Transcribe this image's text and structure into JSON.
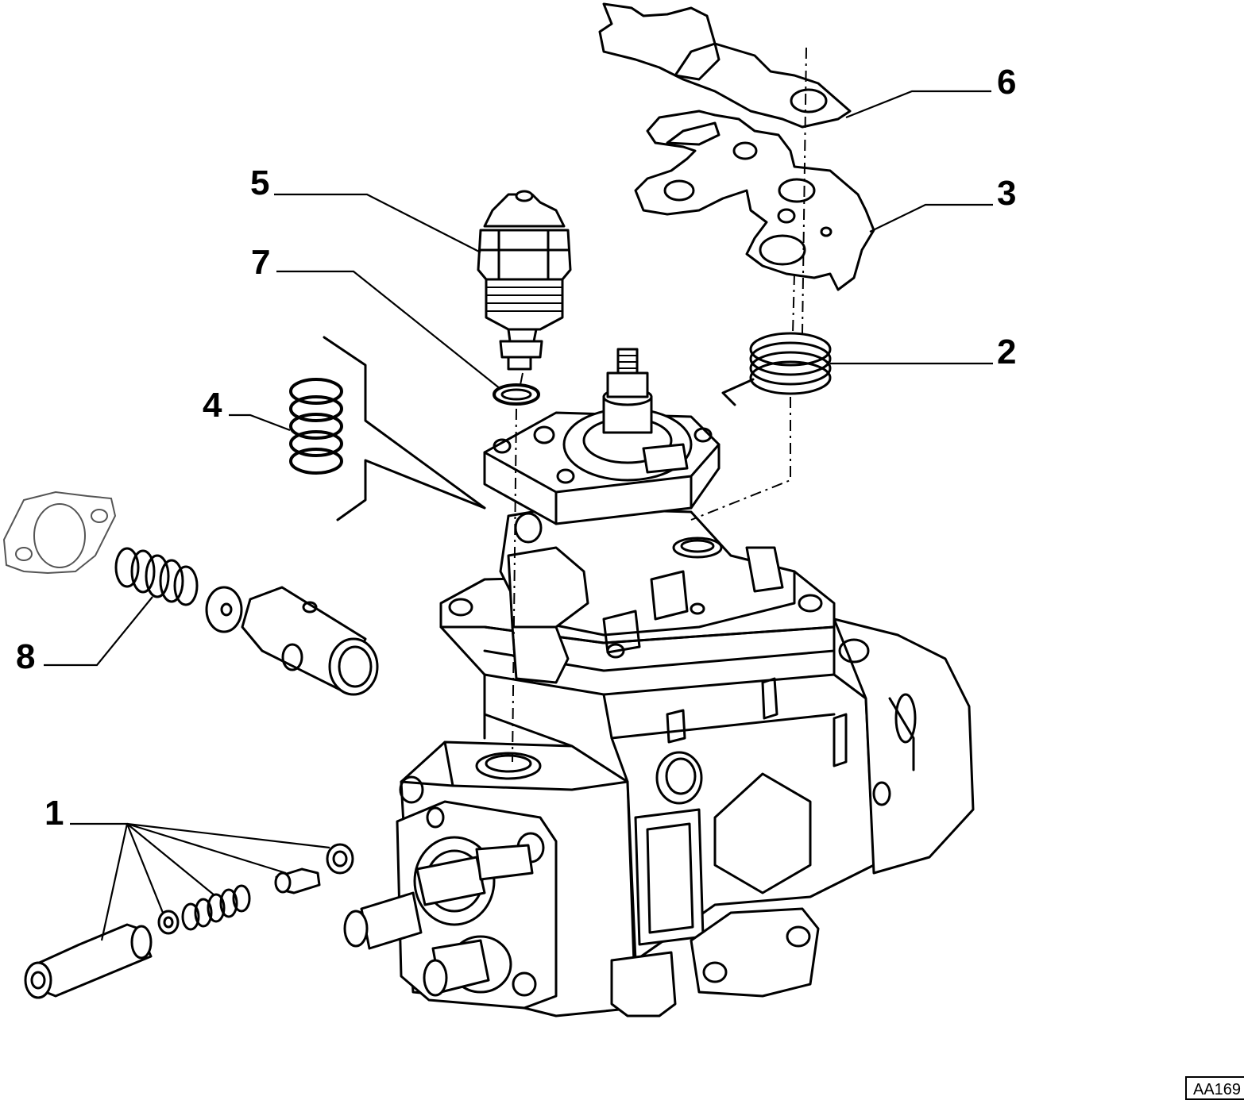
{
  "diagram": {
    "callouts": [
      {
        "id": "1",
        "label": "1"
      },
      {
        "id": "2",
        "label": "2"
      },
      {
        "id": "3",
        "label": "3"
      },
      {
        "id": "4",
        "label": "4"
      },
      {
        "id": "5",
        "label": "5"
      },
      {
        "id": "6",
        "label": "6"
      },
      {
        "id": "7",
        "label": "7"
      },
      {
        "id": "8",
        "label": "8"
      }
    ],
    "reference_code": "AA169"
  }
}
